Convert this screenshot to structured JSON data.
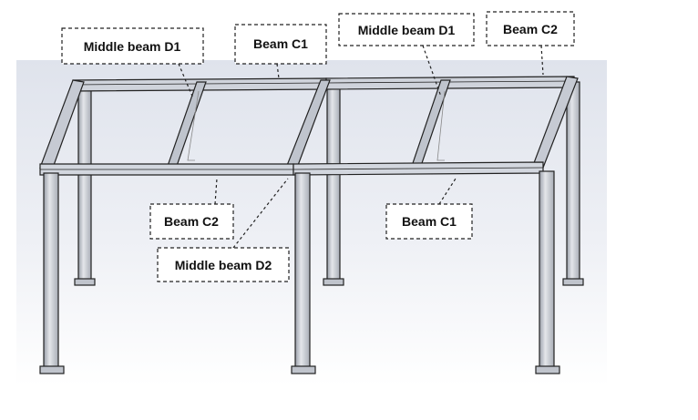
{
  "callouts": {
    "middle_beam_d1_left": "Middle beam D1",
    "beam_c1_top": "Beam C1",
    "middle_beam_d1_right": "Middle beam D1",
    "beam_c2_top": "Beam C2",
    "beam_c2_bottom": "Beam C2",
    "beam_c1_bottom": "Beam C1",
    "middle_beam_d2": "Middle beam D2"
  },
  "colors": {
    "background_gradient_top": "#dfe3ec",
    "background_gradient_bottom": "#ffffff",
    "steel_face": "#c9cdd6",
    "steel_edge": "#222222",
    "callout_border": "#222222",
    "callout_fill": "#ffffff"
  }
}
